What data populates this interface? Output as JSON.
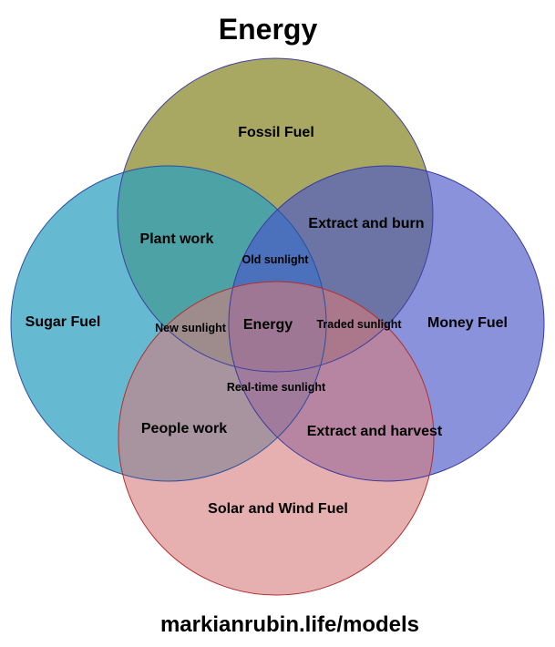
{
  "title": "Energy",
  "footer": "markianrubin.life/models",
  "colors": {
    "fossil_fill": "#8c8b2e",
    "fossil_stroke": "#3f3fa0",
    "sugar_fill": "#2aa0c0",
    "sugar_stroke": "#2a4fa0",
    "money_fill": "#4a58c8",
    "money_stroke": "#3a3aa0",
    "solar_fill": "#d67b7b",
    "solar_stroke": "#b03030"
  },
  "sets": {
    "fossil": "Fossil Fuel",
    "sugar": "Sugar Fuel",
    "money": "Money Fuel",
    "solar": "Solar and Wind Fuel"
  },
  "overlaps": {
    "plant_work": "Plant work",
    "extract_burn": "Extract and burn",
    "old_sunlight": "Old sunlight",
    "new_sunlight": "New sunlight",
    "center": "Energy",
    "traded_sunlight": "Traded sunlight",
    "realtime_sunlight": "Real-time sunlight",
    "people_work": "People work",
    "extract_harvest": "Extract and harvest"
  }
}
